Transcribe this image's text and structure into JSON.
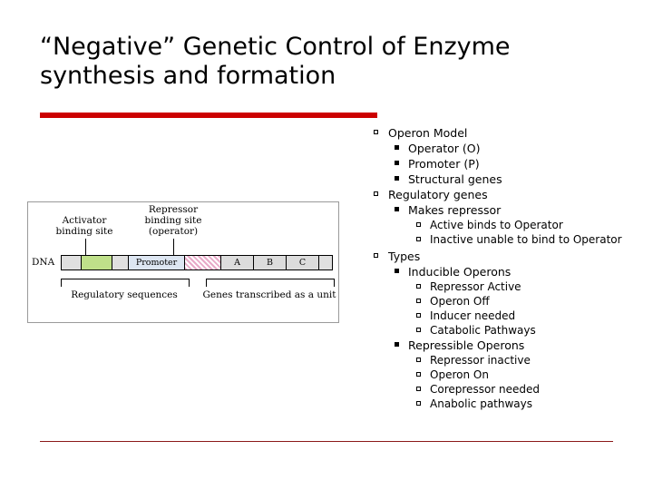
{
  "slide": {
    "title": "“Negative” Genetic Control of Enzyme synthesis and formation",
    "accent_color": "#cc0000",
    "rule_color": "#8b1a1a"
  },
  "outline": [
    {
      "level": 1,
      "bullet": "open-square",
      "text": "Operon Model",
      "children": [
        {
          "level": 2,
          "bullet": "filled-square",
          "text": "Operator (O)"
        },
        {
          "level": 2,
          "bullet": "filled-square",
          "text": "Promoter (P)"
        },
        {
          "level": 2,
          "bullet": "filled-square",
          "text": "Structural genes"
        }
      ]
    },
    {
      "level": 1,
      "bullet": "open-square",
      "text": "Regulatory genes",
      "children": [
        {
          "level": 2,
          "bullet": "filled-square",
          "text": "Makes repressor",
          "children": [
            {
              "level": 3,
              "bullet": "open-square",
              "text": "Active binds to Operator"
            },
            {
              "level": 3,
              "bullet": "open-square",
              "text": "Inactive unable to bind to Operator"
            }
          ]
        }
      ]
    },
    {
      "level": 1,
      "bullet": "open-square",
      "text": "Types",
      "children": [
        {
          "level": 2,
          "bullet": "filled-square",
          "text": "Inducible Operons",
          "children": [
            {
              "level": 3,
              "bullet": "open-square",
              "text": "Repressor Active"
            },
            {
              "level": 3,
              "bullet": "open-square",
              "text": "Operon Off"
            },
            {
              "level": 3,
              "bullet": "open-square",
              "text": "Inducer needed"
            },
            {
              "level": 3,
              "bullet": "open-square",
              "text": "Catabolic Pathways"
            }
          ]
        },
        {
          "level": 2,
          "bullet": "filled-square",
          "text": "Repressible Operons",
          "children": [
            {
              "level": 3,
              "bullet": "open-square",
              "text": "Repressor inactive"
            },
            {
              "level": 3,
              "bullet": "open-square",
              "text": "Operon On"
            },
            {
              "level": 3,
              "bullet": "open-square",
              "text": "Corepressor needed"
            },
            {
              "level": 3,
              "bullet": "open-square",
              "text": "Anabolic pathways"
            }
          ]
        }
      ]
    }
  ],
  "figure": {
    "labels": {
      "activator": "Activator\nbinding site",
      "repressor": "Repressor\nbinding site\n(operator)",
      "dna": "DNA",
      "regulatory": "Regulatory sequences",
      "transcribed": "Genes transcribed as a unit"
    },
    "activator_label_line1": "Activator",
    "activator_label_line2": "binding site",
    "repressor_label_line1": "Repressor",
    "repressor_label_line2": "binding site",
    "repressor_label_line3": "(operator)",
    "dna_label": "DNA",
    "regulatory_label": "Regulatory sequences",
    "transcribed_label": "Genes transcribed as a unit",
    "segments": [
      {
        "name": "spacer-left",
        "label": "",
        "style": "plain"
      },
      {
        "name": "activator-site",
        "label": "",
        "style": "green"
      },
      {
        "name": "spacer-mid",
        "label": "",
        "style": "plain"
      },
      {
        "name": "promoter",
        "label": "Promoter",
        "style": "promoter"
      },
      {
        "name": "operator",
        "label": "",
        "style": "hatch"
      },
      {
        "name": "gene-a",
        "label": "A",
        "style": "gene"
      },
      {
        "name": "gene-b",
        "label": "B",
        "style": "gene"
      },
      {
        "name": "gene-c",
        "label": "C",
        "style": "gene"
      },
      {
        "name": "spacer-right",
        "label": "",
        "style": "plain"
      }
    ]
  }
}
